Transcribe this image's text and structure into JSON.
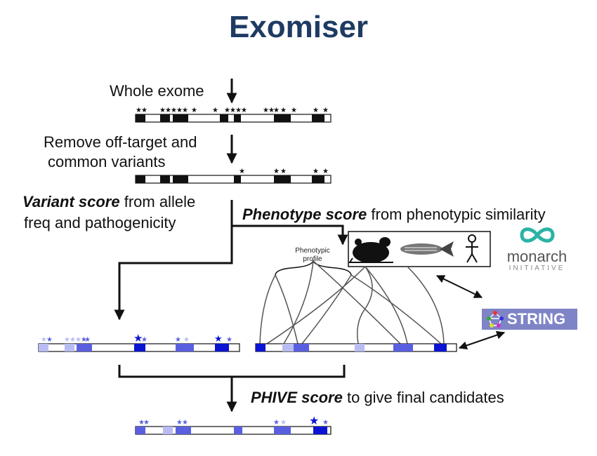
{
  "title": "Exomiser",
  "steps": {
    "whole_exome": "Whole exome",
    "remove_line1": "Remove off-target and",
    "remove_line2": "common variants",
    "variant_bold": "Variant score",
    "variant_rest": " from allele",
    "variant_line2": "freq and pathogenicity",
    "phenotype_bold": "Phenotype score",
    "phenotype_rest": " from phenotypic similarity",
    "phive_bold": "PHIVE score",
    "phive_rest": " to give final candidates",
    "phenotypic_profile_line1": "Phenotypic",
    "phenotypic_profile_line2": "profile"
  },
  "logos": {
    "monarch_name": "monarch",
    "monarch_sub": "INITIATIVE",
    "string_name": "STRING"
  },
  "colors": {
    "title": "#1f3b63",
    "dark_blue": "#0a14d2",
    "mid_blue": "#5a5fe0",
    "light_blue": "#b8bcf2",
    "string_bg": "#7e84c6"
  },
  "icons": [
    "mouse-icon",
    "zebrafish-icon",
    "human-icon",
    "monarch-logo-icon",
    "string-network-icon"
  ]
}
